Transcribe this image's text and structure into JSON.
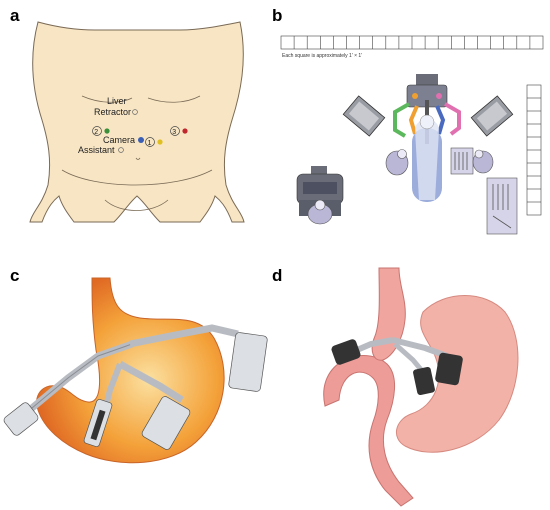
{
  "panels": {
    "a": {
      "label": "a",
      "ports": {
        "liver": "Liver",
        "retractor": "Retractor",
        "camera": "Camera",
        "assistant": "Assistant",
        "n1": "1",
        "n2": "2",
        "n3": "3"
      },
      "colors": {
        "skin": "#f7e5c4",
        "outline": "#7a6a55",
        "green": "#3a8f3a",
        "blue": "#3a5fb5",
        "yellow": "#e0c020",
        "red": "#c0282d"
      }
    },
    "b": {
      "label": "b",
      "scale_caption": "Each square is approximately 1' × 1'",
      "colors": {
        "gray": "#6a6d78",
        "lilac": "#b9b6d6",
        "green": "#5cb85c",
        "orange": "#f0a030",
        "pink": "#e070b0",
        "blue": "#4a6ac0"
      }
    },
    "c": {
      "label": "c",
      "colors": {
        "stomach": "#f4a23a",
        "metal": "#b8bcc2",
        "dark": "#333333"
      }
    },
    "d": {
      "label": "d",
      "colors": {
        "stomach": "#f2b2a8",
        "intestine": "#ee9c98",
        "metal": "#b8bcc2",
        "dark": "#333333"
      }
    }
  }
}
